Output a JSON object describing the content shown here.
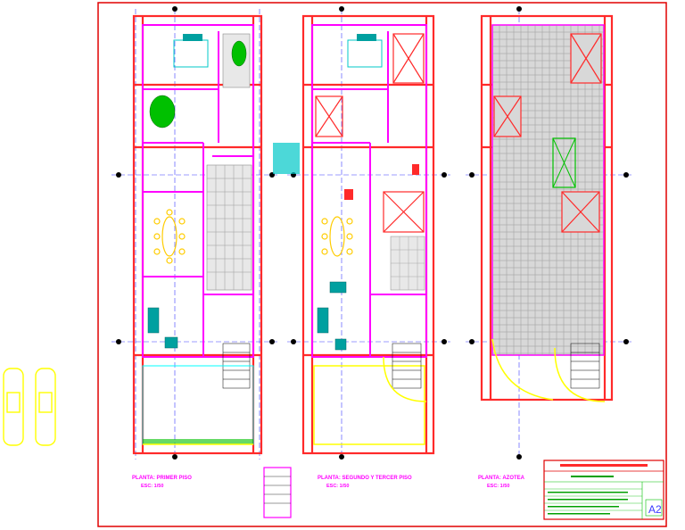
{
  "plans": [
    {
      "title": "PLANTA: PRIMER PISO",
      "scale": "ESC: 1/50"
    },
    {
      "title": "PLANTA: SEGUNDO Y TERCER PISO",
      "scale": "ESC: 1/50"
    },
    {
      "title": "PLANTA: AZOTEA",
      "scale": "ESC: 1/50"
    }
  ],
  "title_block": {
    "sheet": "A2"
  },
  "colors": {
    "border": "#e00000",
    "wall": "#ff00ff",
    "axis": "#ff2a2a",
    "tile": "#9a9a9a",
    "yellow": "#ffff00",
    "green": "#00c000",
    "cyan": "#00c8c8",
    "label": "#ff00ff"
  }
}
